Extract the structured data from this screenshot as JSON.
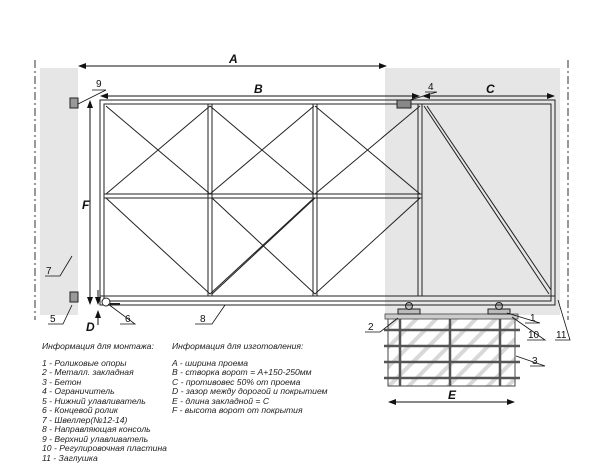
{
  "dimensions": {
    "A": "A",
    "B": "B",
    "C": "C",
    "D": "D",
    "E": "E",
    "F": "F"
  },
  "callouts": {
    "n1": "1",
    "n2": "2",
    "n3": "3",
    "n4": "4",
    "n5": "5",
    "n6": "6",
    "n7": "7",
    "n8": "8",
    "n9": "9",
    "n10": "10",
    "n11": "11"
  },
  "mounting": {
    "title": "Информация для монтажа:",
    "items": [
      "1 - Роликовые опоры",
      "2 - Металл. закладная",
      "3 - Бетон",
      "4 - Ограничитель",
      "5 - Нижний улавливатель",
      "6 - Концевой ролик",
      "7 - Швеллер(№12-14)",
      "8 - Направляющая консоль",
      "9 - Верхний улавливатель",
      "10 - Регулировочная пластина",
      "11 - Заглушка"
    ]
  },
  "manufacturing": {
    "title": "Информация для изготовления:",
    "items": [
      "A - ширина проема",
      "B - створка ворот = A+150-250мм",
      "C - противовес 50% от проема",
      "D - зазор между дорогой и покрытием",
      "E - длина закладной = C",
      "F - высота ворот от покрытия"
    ]
  }
}
